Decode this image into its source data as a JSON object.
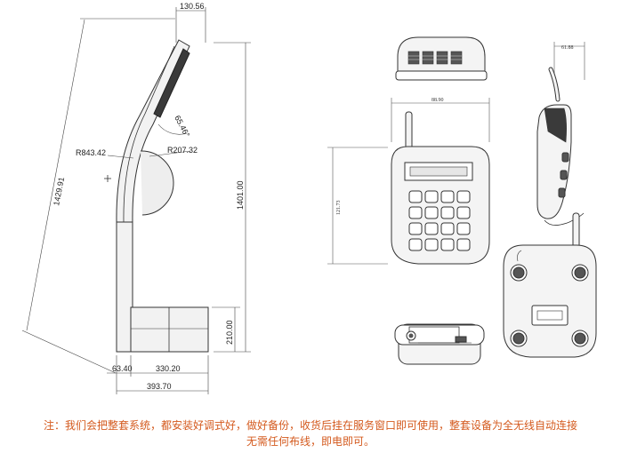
{
  "dimensions": {
    "top_width": "130.56",
    "angle": "65.46°",
    "radius_outer": "R843.42",
    "radius_inner": "R207.32",
    "total_length": "1429.91",
    "height": "1401.00",
    "base_height": "210.00",
    "left_offset": "63.40",
    "base_width": "330.20",
    "total_width": "393.70",
    "device_depth": "61.88",
    "device_width": "88.90",
    "device_height": "121.73"
  },
  "note": {
    "line1": "注：我们会把整套系统，都安装好调式好，做好备份，收货后挂在服务窗口即可使用，整套设备为全无线自动连接",
    "line2": "无需任何布线，即电即可。"
  },
  "colors": {
    "note_text": "#d45a1e",
    "line": "#333333",
    "fill_light": "#f2f2f2",
    "fill_dark": "#3a3a3a"
  }
}
